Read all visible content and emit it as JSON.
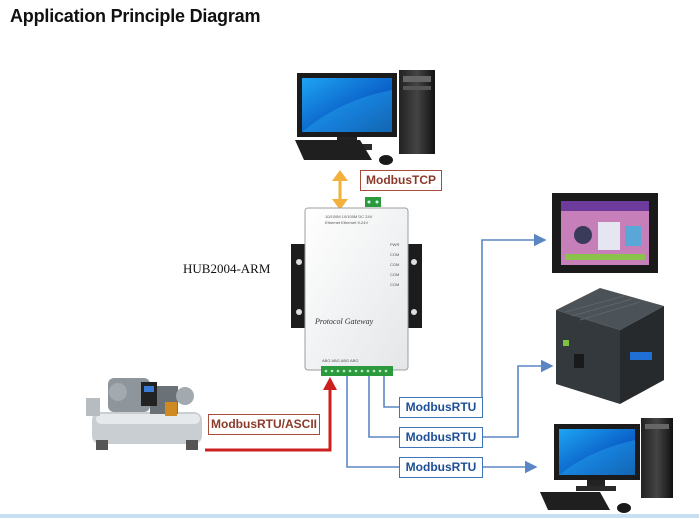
{
  "title": "Application Principle Diagram",
  "device": {
    "model": "HUB2004-ARM",
    "caption": "Protocol Gateway"
  },
  "protocols": {
    "top": "ModbusTCP",
    "left": "ModbusRTU/ASCII",
    "right": [
      "ModbusRTU",
      "ModbusRTU",
      "ModbusRTU"
    ]
  },
  "colors": {
    "tcp_arrow": "#f2b13a",
    "ascii_arrow": "#cc1f1f",
    "rtu_line": "#5b86c4",
    "label_red_border": "#a84a3c",
    "label_blue_border": "#3f73b8"
  },
  "icons": [
    "desktop-computer-icon",
    "industrial-chiller-icon",
    "hmi-touch-panel-icon",
    "plc-module-icon",
    "gateway-device-icon"
  ]
}
